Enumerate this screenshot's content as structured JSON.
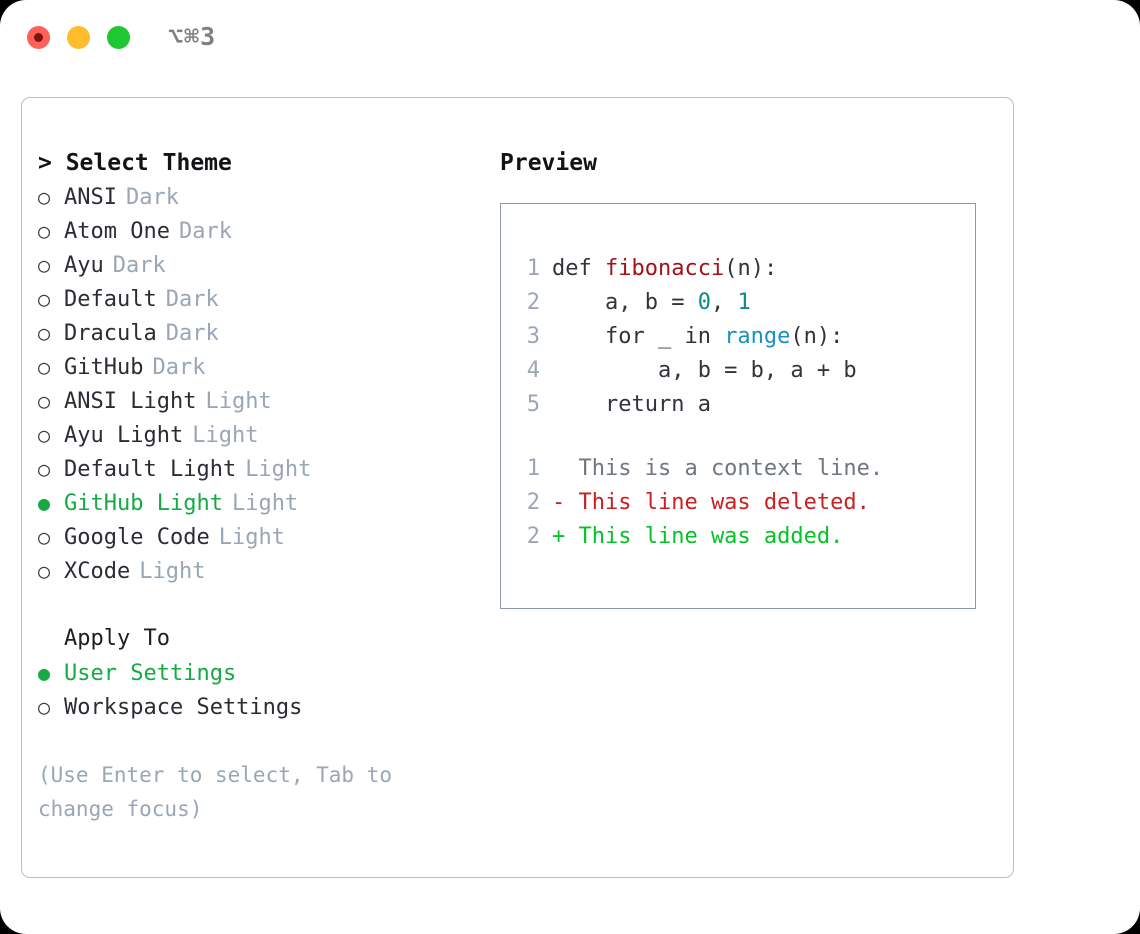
{
  "titlebar": {
    "shortcut": "⌥⌘3",
    "buttons": {
      "close": "close-button",
      "minimize": "minimize-button",
      "maximize": "maximize-button"
    }
  },
  "theme_picker": {
    "heading": "> Select Theme",
    "items": [
      {
        "marker": "○",
        "name": "ANSI",
        "suffix": "Dark",
        "selected": false
      },
      {
        "marker": "○",
        "name": "Atom One",
        "suffix": "Dark",
        "selected": false
      },
      {
        "marker": "○",
        "name": "Ayu",
        "suffix": "Dark",
        "selected": false
      },
      {
        "marker": "○",
        "name": "Default",
        "suffix": "Dark",
        "selected": false
      },
      {
        "marker": "○",
        "name": "Dracula",
        "suffix": "Dark",
        "selected": false
      },
      {
        "marker": "○",
        "name": "GitHub",
        "suffix": "Dark",
        "selected": false
      },
      {
        "marker": "○",
        "name": "ANSI Light",
        "suffix": "Light",
        "selected": false
      },
      {
        "marker": "○",
        "name": "Ayu Light",
        "suffix": "Light",
        "selected": false
      },
      {
        "marker": "○",
        "name": "Default Light",
        "suffix": "Light",
        "selected": false
      },
      {
        "marker": "●",
        "name": "GitHub Light",
        "suffix": "Light",
        "selected": true
      },
      {
        "marker": "○",
        "name": "Google Code",
        "suffix": "Light",
        "selected": false
      },
      {
        "marker": "○",
        "name": "XCode",
        "suffix": "Light",
        "selected": false
      }
    ]
  },
  "apply_to": {
    "heading": "Apply To",
    "items": [
      {
        "marker": "●",
        "name": "User Settings",
        "selected": true
      },
      {
        "marker": "○",
        "name": "Workspace Settings",
        "selected": false
      }
    ]
  },
  "hint": "(Use Enter to select, Tab to change focus)",
  "preview": {
    "heading": "Preview",
    "code_lines": [
      {
        "num": "1",
        "parts": [
          {
            "t": "def ",
            "c": "plain"
          },
          {
            "t": "fibonacci",
            "c": "fn"
          },
          {
            "t": "(n):",
            "c": "plain"
          }
        ]
      },
      {
        "num": "2",
        "parts": [
          {
            "t": "    a, b = ",
            "c": "plain"
          },
          {
            "t": "0",
            "c": "num"
          },
          {
            "t": ", ",
            "c": "plain"
          },
          {
            "t": "1",
            "c": "num"
          }
        ]
      },
      {
        "num": "3",
        "parts": [
          {
            "t": "    for _ in ",
            "c": "plain"
          },
          {
            "t": "range",
            "c": "builtin"
          },
          {
            "t": "(n):",
            "c": "plain"
          }
        ]
      },
      {
        "num": "4",
        "parts": [
          {
            "t": "        a, b = b, a + b",
            "c": "plain"
          }
        ]
      },
      {
        "num": "5",
        "parts": [
          {
            "t": "    return a",
            "c": "plain"
          }
        ]
      }
    ],
    "diff_lines": [
      {
        "num": "1",
        "text": "  This is a context line.",
        "kind": "ctx"
      },
      {
        "num": "2",
        "text": "- This line was deleted.",
        "kind": "del"
      },
      {
        "num": "2",
        "text": "+ This line was added.",
        "kind": "add"
      }
    ]
  },
  "colors": {
    "selected_green": "#16ab41",
    "diff_add_green": "#04c327",
    "diff_del_red": "#cc1f1f",
    "function_red": "#a3121a",
    "number_teal": "#0d8a84",
    "builtin_blue": "#1b8fc4",
    "muted_gray": "#9aa6b5",
    "panel_border": "#b7bfc9",
    "preview_border": "#8c99a9",
    "traffic_red": "#ff6058",
    "traffic_yellow": "#ffbd2e",
    "traffic_green": "#1fc731"
  }
}
